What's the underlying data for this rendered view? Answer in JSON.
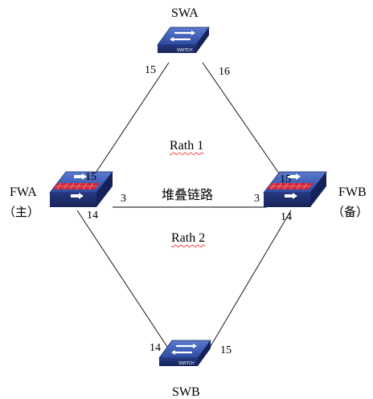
{
  "nodes": {
    "swa": {
      "name": "SWA",
      "device_text": "SWITCH"
    },
    "swb": {
      "name": "SWB",
      "device_text": "SWITCH"
    },
    "fwa": {
      "name": "FWA",
      "role": "（主）"
    },
    "fwb": {
      "name": "FWB",
      "role": "（备）"
    }
  },
  "ports": {
    "swa_left": "15",
    "swa_right": "16",
    "fwa_top": "15",
    "fwa_right": "3",
    "fwa_bottom": "14",
    "fwb_top": "15",
    "fwb_left": "3",
    "fwb_bottom": "14",
    "swb_left": "14",
    "swb_right": "15"
  },
  "links": {
    "path1": "Rath 1",
    "stack": "堆叠链路",
    "path2": "Rath 2"
  },
  "colors": {
    "device_top": "#3b5bb4",
    "device_side": "#1f2f6e",
    "firewall_band": "#d4283a",
    "line": "#000000"
  }
}
